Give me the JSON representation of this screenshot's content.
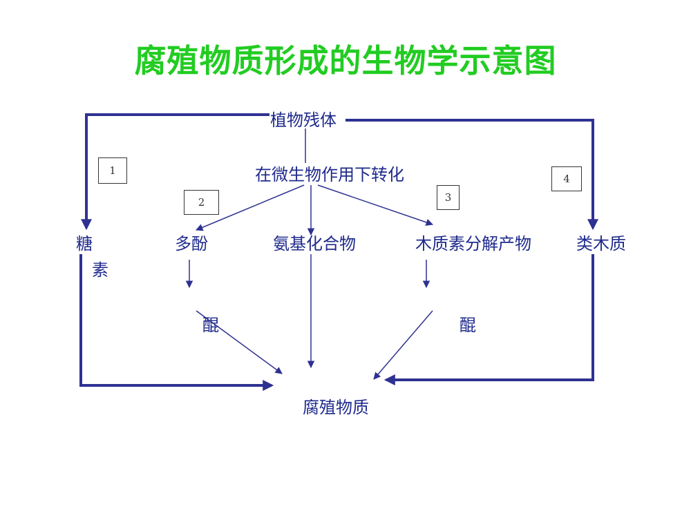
{
  "title": "腐殖物质形成的生物学示意图",
  "nodes": {
    "plant_residue": "植物残体",
    "microbial_transform": "在微生物作用下转化",
    "sugar_1": "糖",
    "sugar_2": "素",
    "polyphenol": "多酚",
    "amino_compounds": "氨基化合物",
    "lignin_products": "木质素分解产物",
    "lignin_like": "类木质",
    "quinone_left": "醌",
    "quinone_right": "醌",
    "humic_substance": "腐殖物质"
  },
  "pathway_numbers": [
    "1",
    "2",
    "3",
    "4"
  ],
  "colors": {
    "title": "#22cc22",
    "diagram": "#2e3192",
    "node_text": "#1f2a8c"
  }
}
